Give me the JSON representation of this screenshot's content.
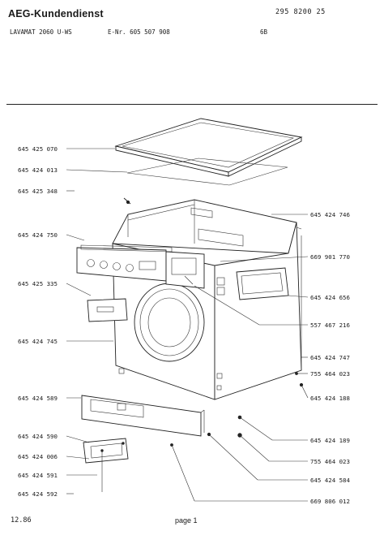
{
  "header": {
    "brand": "AEG-Kundendienst",
    "doc_number": "295 8200 25",
    "model": "LAVAMAT 2060 U-WS",
    "e_nr": "E-Nr. 605 507 908",
    "sheet": "6B"
  },
  "footer": {
    "date": "12.86",
    "page": "page 1"
  },
  "diagram": {
    "left_labels": [
      "645 425 070",
      "645 424 013",
      "645 425 348",
      "645 424 750",
      "645 425 335",
      "645 424 745",
      "645 424 589",
      "645 424 590",
      "645 424 006",
      "645 424 591",
      "645 424 592"
    ],
    "right_labels": [
      "645 424 746",
      "669 901 770",
      "645 424 656",
      "557 467 216",
      "645 424 747",
      "755 464 023",
      "645 424 188",
      "645 424 189",
      "755 464 023",
      "645 424 584",
      "669 806 012"
    ]
  }
}
